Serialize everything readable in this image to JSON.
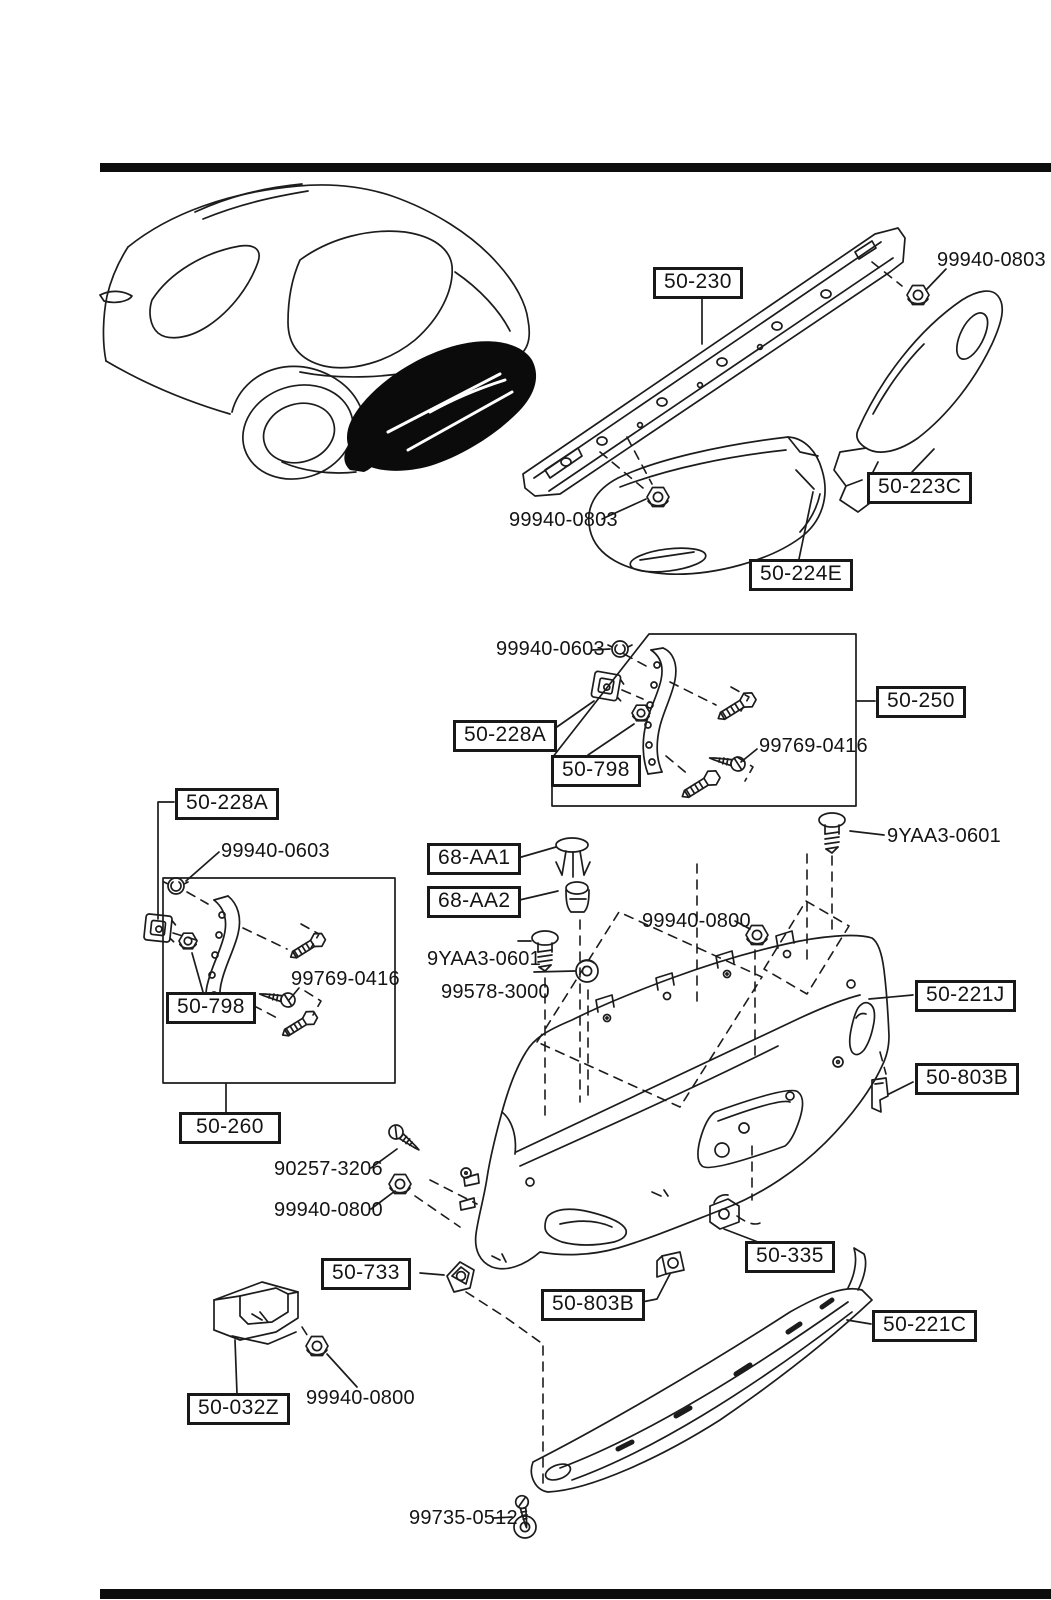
{
  "boxed_labels": [
    "50-230",
    "50-223C",
    "50-224E",
    "50-228A",
    "50-798",
    "50-250",
    "50-228A",
    "50-798",
    "50-260",
    "68-AA1",
    "68-AA2",
    "50-221J",
    "50-803B",
    "50-733",
    "50-803B",
    "50-335",
    "50-221C",
    "50-032Z"
  ],
  "part_labels": [
    "99940-0803",
    "99940-0803",
    "99940-0603",
    "99769-0416",
    "99940-0603",
    "99769-0416",
    "9YAA3-0601",
    "99940-0800",
    "9YAA3-0601",
    "99578-3000",
    "90257-3206",
    "99940-0800",
    "99940-0800",
    "99735-0512"
  ]
}
